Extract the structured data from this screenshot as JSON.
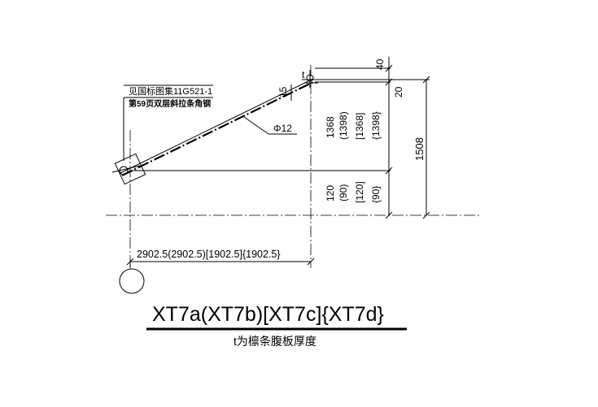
{
  "reference_note": {
    "line1": "见国标图集11G521-1",
    "line2": "第59页双层斜拉条角钢"
  },
  "bar_label": "Φ12",
  "thickness_label": "t",
  "slope_dim": "15",
  "dims_right": {
    "top_40": "40",
    "top_20": "20",
    "total": "1508",
    "upper": [
      "1368",
      "(1398)",
      "[1368]",
      "{1398}"
    ],
    "lower": [
      "120",
      "(90)",
      "[120]",
      "{90}"
    ]
  },
  "horizontal_dim": "2902.5(2902.5)[1902.5]{1902.5}",
  "title": "XT7a(XT7b)[XT7c]{XT7d}",
  "subtitle": "t为檩条腹板厚度"
}
